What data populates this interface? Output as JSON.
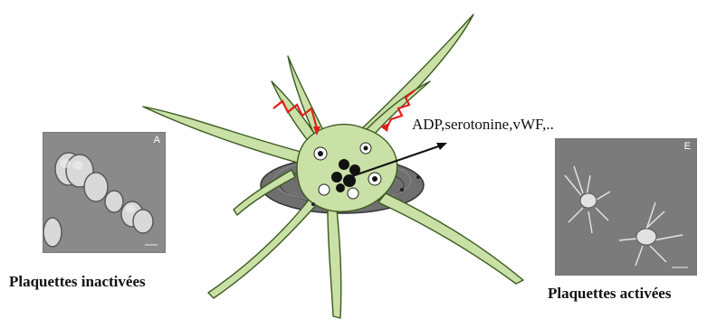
{
  "left_panel": {
    "photo_letter": "A",
    "caption": "Plaquettes inactivées"
  },
  "right_panel": {
    "photo_letter": "E",
    "caption": "Plaquettes activées"
  },
  "center": {
    "secreted_label": "ADP,serotonine,vWF,.."
  },
  "colors": {
    "pseudopod_fill": "#c9e0a6",
    "pseudopod_stroke": "#3b5a1f",
    "disc_fill": "#6f6f6f",
    "signal_arrow": "#e0201a",
    "photo_bg": "#7e7e7e"
  }
}
